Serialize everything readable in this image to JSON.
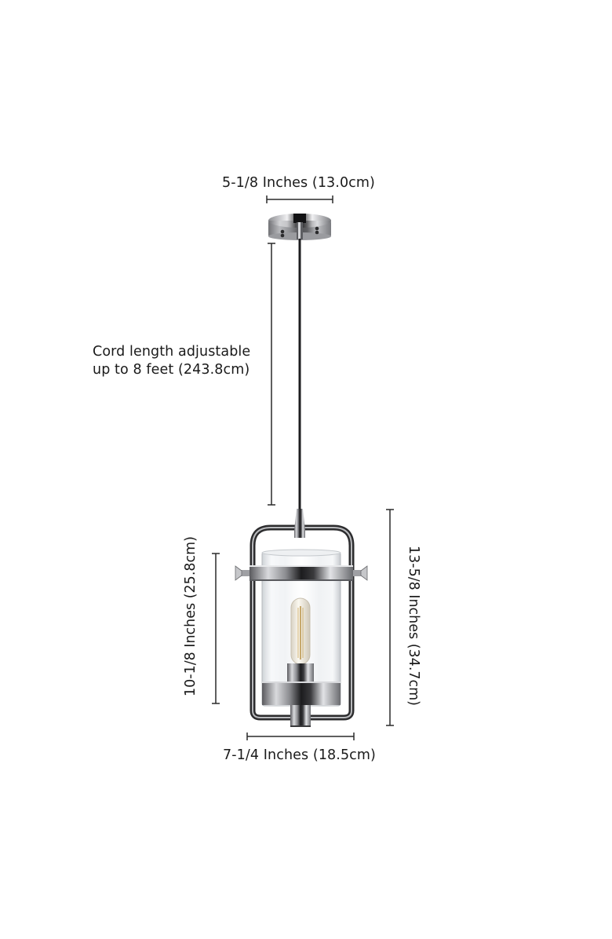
{
  "diagram": {
    "subject": "pendant-light-dimensions",
    "background": "#ffffff",
    "text_color": "#1a1a1a",
    "line_color": "#2a2a2a",
    "dimensions": {
      "canopy_width": "5-1/8 Inches (13.0cm)",
      "cord_length_line1": "Cord length adjustable",
      "cord_length_line2": "up to 8 feet (243.8cm)",
      "shade_height": "10-1/8 Inches (25.8cm)",
      "overall_height": "13-5/8 Inches (34.7cm)",
      "fixture_width": "7-1/4 Inches (18.5cm)"
    },
    "components": [
      {
        "name": "canopy",
        "finish": "polished chrome"
      },
      {
        "name": "cord",
        "color": "black"
      },
      {
        "name": "frame",
        "finish": "polished nickel"
      },
      {
        "name": "glass-cylinder-shade",
        "finish": "clear glass"
      },
      {
        "name": "edison-bulb",
        "type": "tubular filament"
      },
      {
        "name": "socket",
        "finish": "chrome"
      }
    ]
  }
}
